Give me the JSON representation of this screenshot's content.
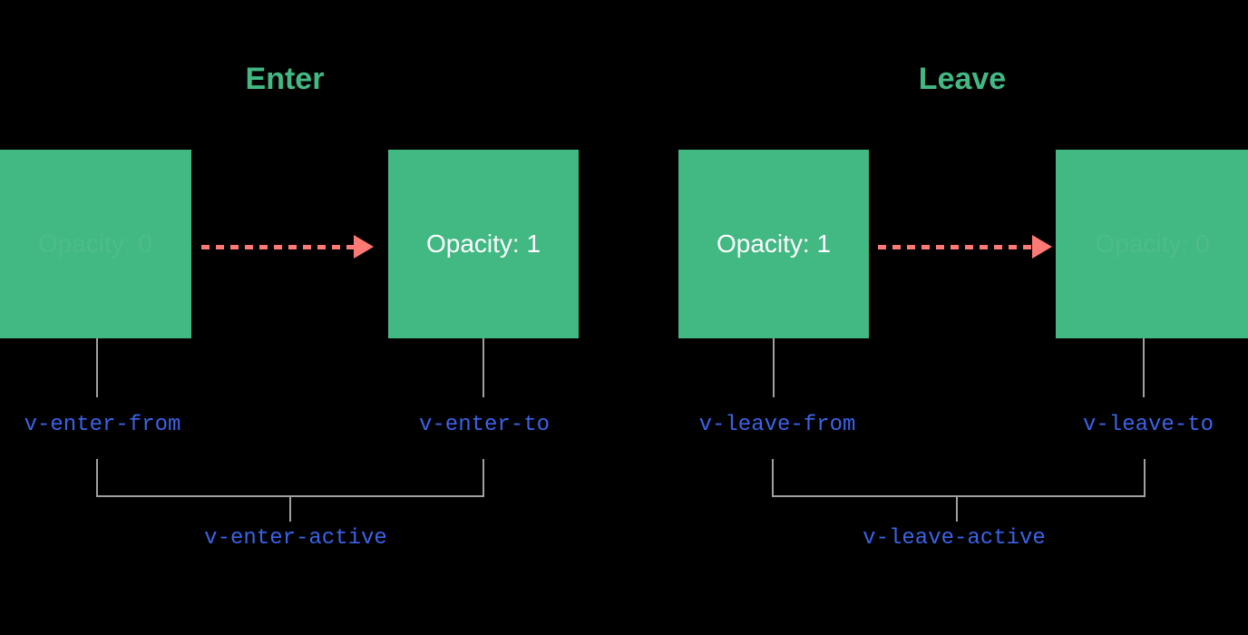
{
  "diagram": {
    "title": "Vue Transition Class Lifecycle",
    "background_color": "#000000",
    "accent_green": "#42b883",
    "accent_red": "#ff7a75",
    "accent_blue": "#3b63e8",
    "connector_gray": "#a0a0a0"
  },
  "sections": [
    {
      "id": "enter",
      "heading": "Enter",
      "active_label": "v-enter-active",
      "boxes": [
        {
          "id": "enter-from",
          "text": "Opacity: 0",
          "faded": true,
          "class_label": "v-enter-from"
        },
        {
          "id": "enter-to",
          "text": "Opacity: 1",
          "faded": false,
          "class_label": "v-enter-to"
        }
      ],
      "arrow": {
        "name": "enter-transition-arrow",
        "style": "dashed",
        "direction": "right"
      }
    },
    {
      "id": "leave",
      "heading": "Leave",
      "active_label": "v-leave-active",
      "boxes": [
        {
          "id": "leave-from",
          "text": "Opacity: 1",
          "faded": false,
          "class_label": "v-leave-from"
        },
        {
          "id": "leave-to",
          "text": "Opacity: 0",
          "faded": true,
          "class_label": "v-leave-to"
        }
      ],
      "arrow": {
        "name": "leave-transition-arrow",
        "style": "dashed",
        "direction": "right"
      }
    }
  ]
}
